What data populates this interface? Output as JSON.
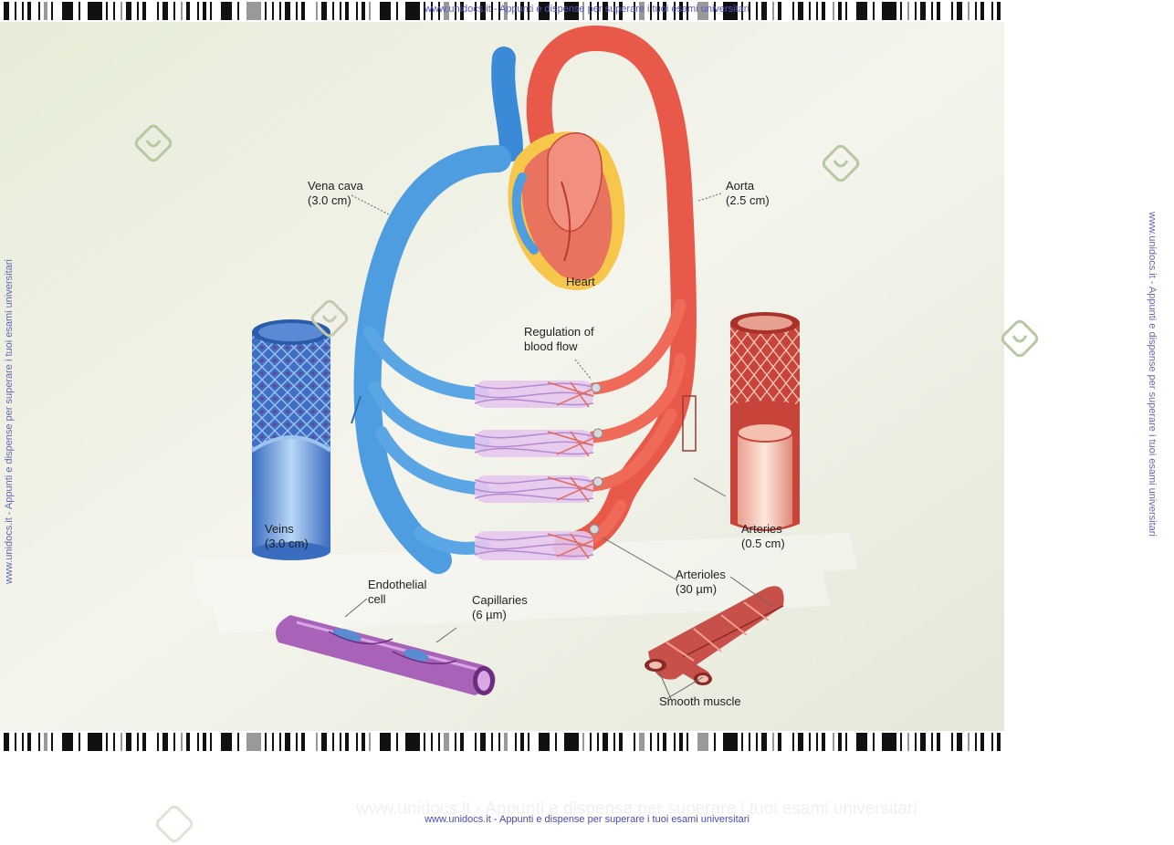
{
  "watermark": {
    "text": "www.unidocs.it - Appunti e dispense per superare i tuoi esami universitari",
    "short": "www.unidocs.it"
  },
  "labels": {
    "vena_cava": [
      "Vena cava",
      "(3.0 cm)"
    ],
    "aorta": [
      "Aorta",
      "(2.5 cm)"
    ],
    "heart": "Heart",
    "regulation": [
      "Regulation of",
      "blood flow"
    ],
    "veins": [
      "Veins",
      "(3.0 cm)"
    ],
    "arteries": [
      "Arteries",
      "(0.5 cm)"
    ],
    "endothelial": [
      "Endothelial",
      "cell"
    ],
    "capillaries": [
      "Capillaries",
      "(6 µm)"
    ],
    "arterioles": [
      "Arterioles",
      "(30 µm)"
    ],
    "smooth_muscle": "Smooth muscle"
  },
  "colors": {
    "vein": "#4d9de0",
    "artery": "#e8594a",
    "capillary": "#c9a3d8",
    "endothelial": "#a862b8",
    "background": "#eef0e0"
  },
  "icons": [
    "unidocs-logo-icon"
  ]
}
